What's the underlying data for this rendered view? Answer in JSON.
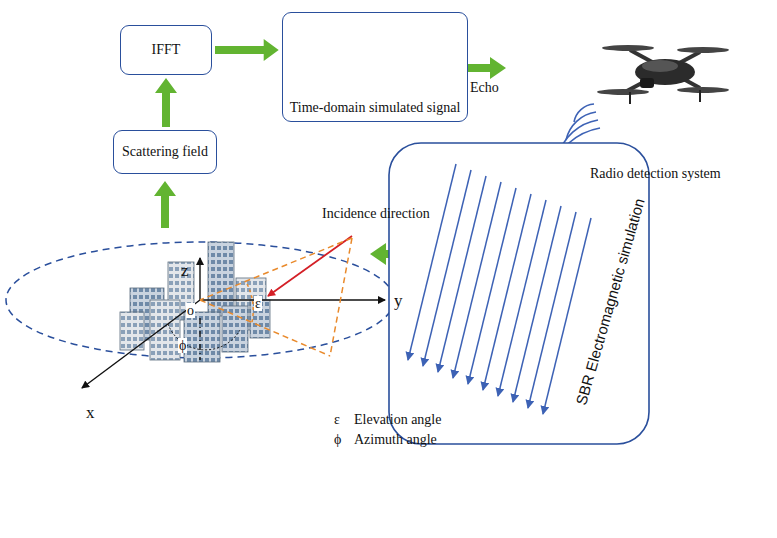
{
  "diagram": {
    "nodes": [
      {
        "text": [
          "IFFT"
        ]
      },
      {
        "text": [
          "Time-domain simulated signal"
        ]
      },
      {
        "text": [
          "Scattering field"
        ]
      },
      {
        "text": [
          "SBR Electromagnetic simulation"
        ]
      }
    ],
    "edges": [
      {
        "from": 2,
        "to": 0,
        "arrow": "to"
      },
      {
        "from": 0,
        "to": 1,
        "arrow": "to"
      }
    ],
    "labels": [
      "Echo",
      "Radio detection system",
      "Incidence direction",
      "z",
      "y",
      "x",
      "o",
      "ε",
      "ϕ",
      "ε",
      "Elevation angle",
      "ϕ",
      "Azimuth angle"
    ]
  }
}
